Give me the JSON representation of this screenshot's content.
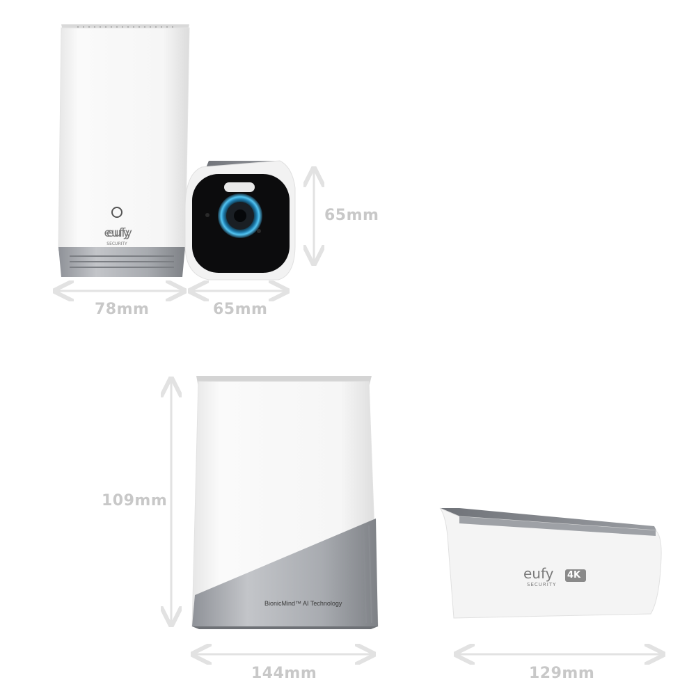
{
  "dimensions": {
    "top_width_base": "78mm",
    "top_width_camera": "65mm",
    "top_height_camera": "65mm",
    "bottom_height_base": "109mm",
    "bottom_width_base": "144mm",
    "bottom_width_camera": "129mm"
  },
  "branding": {
    "logo_text": "eufy",
    "logo_sub": "SECURITY",
    "badge_4k": "4K",
    "base_caption": "BionicMind™ AI Technology"
  },
  "colors": {
    "arrow": "#e2e2e2",
    "label": "#c8c8c8",
    "device_white": "#f7f7f7",
    "metal": "#a9acb2",
    "lens_ring": "#3ab0e6"
  }
}
